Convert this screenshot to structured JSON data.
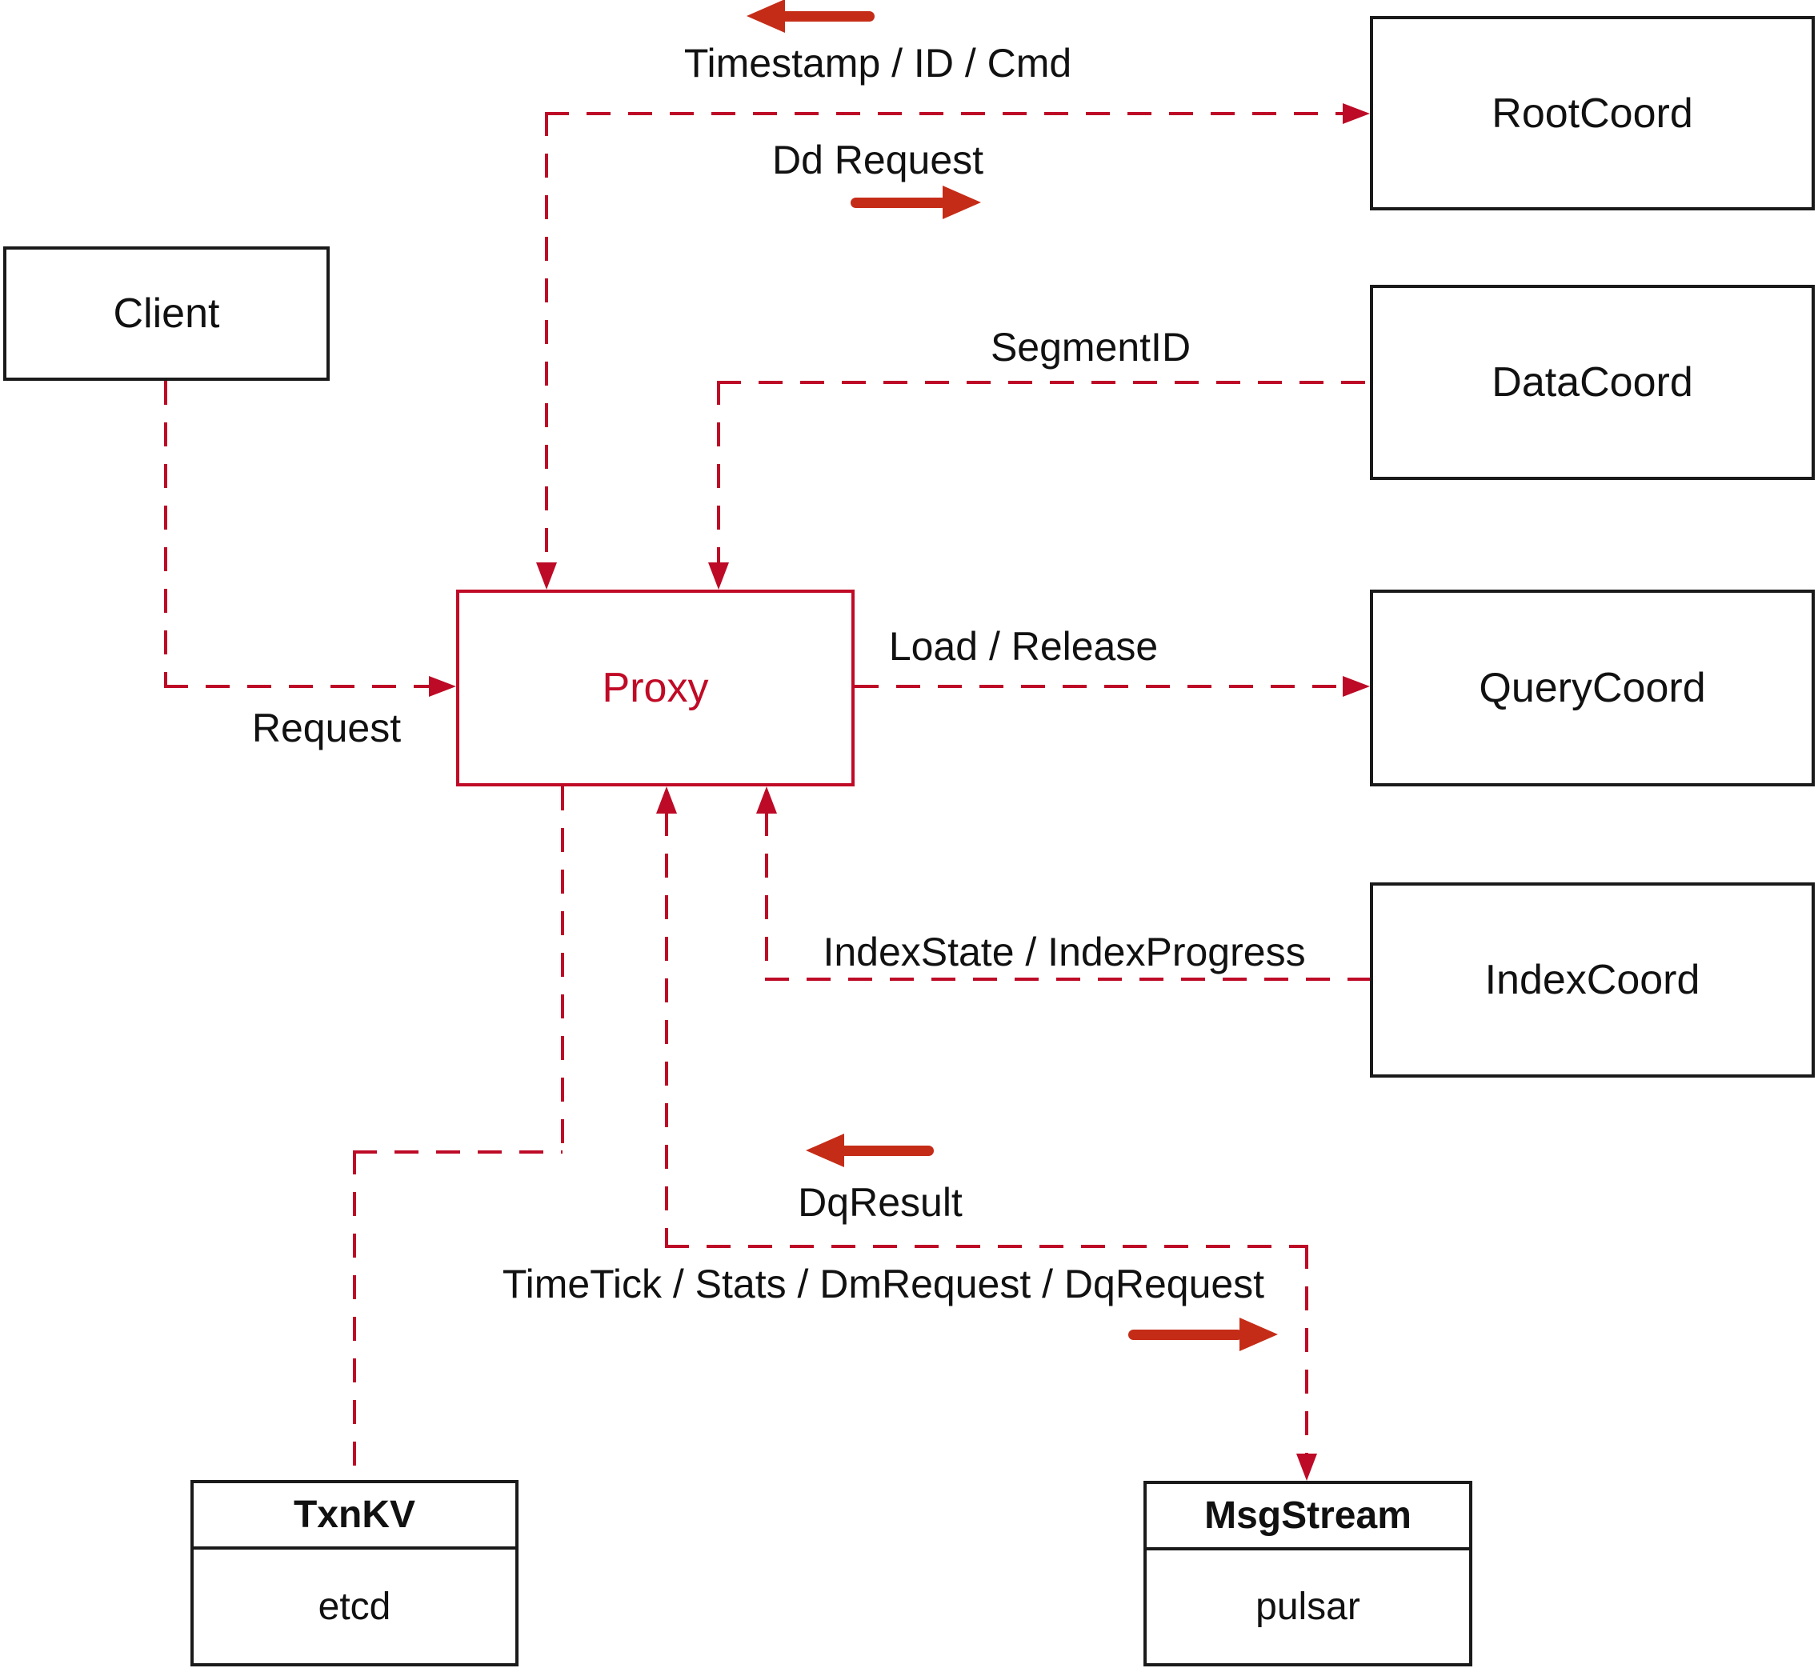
{
  "colors": {
    "dashed_red": "#bd0a26",
    "solid_arrow_red": "#c52c17",
    "box_border_black": "#1a1a1a",
    "proxy_red": "#c00a26",
    "text_black": "#111111",
    "background": "#ffffff"
  },
  "nodes": {
    "client": {
      "label": "Client"
    },
    "proxy": {
      "label": "Proxy"
    },
    "rootcoord": {
      "label": "RootCoord"
    },
    "datacoord": {
      "label": "DataCoord"
    },
    "querycoord": {
      "label": "QueryCoord"
    },
    "indexcoord": {
      "label": "IndexCoord"
    },
    "txnkv": {
      "label": "TxnKV",
      "sublabel": "etcd"
    },
    "msgstream": {
      "label": "MsgStream",
      "sublabel": "pulsar"
    }
  },
  "edge_labels": {
    "timestamp_id_cmd": "Timestamp / ID / Cmd",
    "dd_request": "Dd Request",
    "segment_id": "SegmentID",
    "load_release": "Load / Release",
    "index_state_progress": "IndexState / IndexProgress",
    "request": "Request",
    "dq_result": "DqResult",
    "timetick_stats": "TimeTick / Stats / DmRequest / DqRequest"
  }
}
